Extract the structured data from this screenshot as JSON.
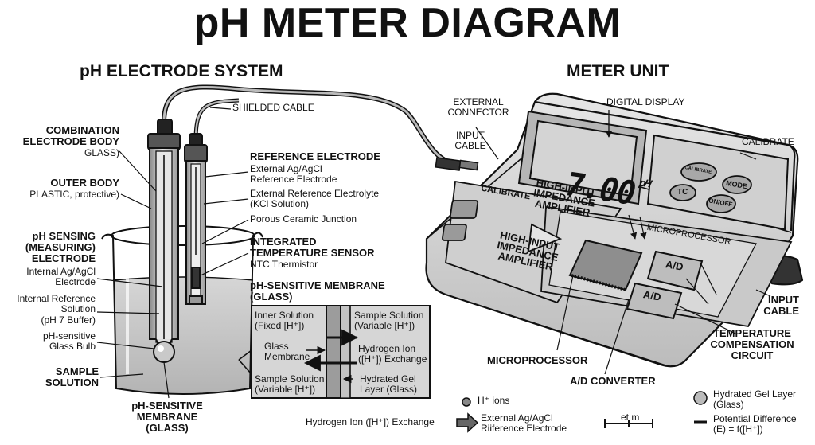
{
  "title": "pH METER DIAGRAM",
  "sections": {
    "electrode_system": "pH ELECTRODE SYSTEM",
    "meter_unit": "METER UNIT"
  },
  "left_labels": {
    "combo_title": "COMBINATION\nELECTRODE BODY",
    "combo_sub": "GLASS)",
    "outer_title": "OUTER BODY",
    "outer_sub": "PLASTIC, protective)",
    "sensing_title": "pH SENSING\n(MEASURING)\nELECTRODE",
    "internal_ag": "Internal Ag/AgCl\nElectrode",
    "internal_ref": "Internal Reference\nSolution\n(pH 7 Buffer)",
    "glass_bulb": "pH-sensitive\nGlass Bulb",
    "sample": "SAMPLE\nSOLUTION",
    "membrane_bottom": "pH-SENSITIVE\nMEMBRANE\n(GLASS)"
  },
  "center_labels": {
    "shielded_cable": "SHIELDED CABLE",
    "ref_title": "REFERENCE ELECTRODE",
    "ref_ext_ag": "External Ag/AgCl\nReference Electrode",
    "ref_electrolyte": "External Reference Electrolyte\n(KCl Solution)",
    "ref_junction": "Porous Ceramic Junction",
    "temp_title": "INTEGRATED\nTEMPERATURE SENSOR",
    "temp_sub": "NTC Thermistor",
    "membrane_title": "pH-SENSITIVE MEMBRANE\n(GLASS)"
  },
  "membrane_box": {
    "inner_solution": "Inner Solution\n(Fixed [H⁺])",
    "sample_solution_r": "Sample Solution\n(Variable [H⁺])",
    "glass_membrane": "Glass\nMembrane",
    "hydrogen_ion": "Hydrogen Ion\n([H⁺]) Exchange",
    "sample_solution_l": "Sample Solution\n(Variable [H⁺])",
    "hydrated_gel": "Hydrated Gel\nLayer (Glass)",
    "bottom_caption": "Hydrogen Ion ([H⁺]) Exchange"
  },
  "meter_labels": {
    "external_connector": "EXTERNAL\nCONNECTOR",
    "input_cable_top": "INPUT\nCABLE",
    "digital_display": "DIGITAL DISPLAY",
    "calibrate_right": "CALIBRATE",
    "input_cable_right": "INPUT\nCABLE",
    "temp_comp": "TEMPERATURE\nCOMPENSATION\nCIRCUIT",
    "microprocessor_bottom": "MICROPROCESSOR",
    "ad_converter": "A/D CONVERTER"
  },
  "device": {
    "display_value": "7.00",
    "display_unit": "pH",
    "btn_calibrate": "CALIBRATE",
    "btn_mode": "MODE",
    "btn_tc": "TC",
    "btn_onoff": "ON/OFF",
    "panel_calibrate": "CALIBRATE",
    "amp_top": "HIGH-INPUT\nIMPEDANCE\nAMPLIFIER",
    "amp_bottom": "HIGH-INPUT\nIMPEDANCE\nAMPLIFIER",
    "microprocessor_chip": "MICROPROCESSOR",
    "ad_top": "A/D",
    "ad_bottom": "A/D"
  },
  "legend": {
    "h_ions": "H⁺ ions",
    "ext_ref": "External Ag/AgCl\nRiiference Electrode",
    "scale": "et m",
    "gel_layer": "Hydrated Gel Layer\n(Glass)",
    "potential": "Potential Difference\n(E) = f([H⁺])"
  },
  "colors": {
    "line": "#111111",
    "body_light": "#dcdcdc",
    "body_mid": "#b9b9b9",
    "body_dark": "#8a8a8a",
    "liquid": "#c8c8c8",
    "screen": "#d0d0d0"
  }
}
